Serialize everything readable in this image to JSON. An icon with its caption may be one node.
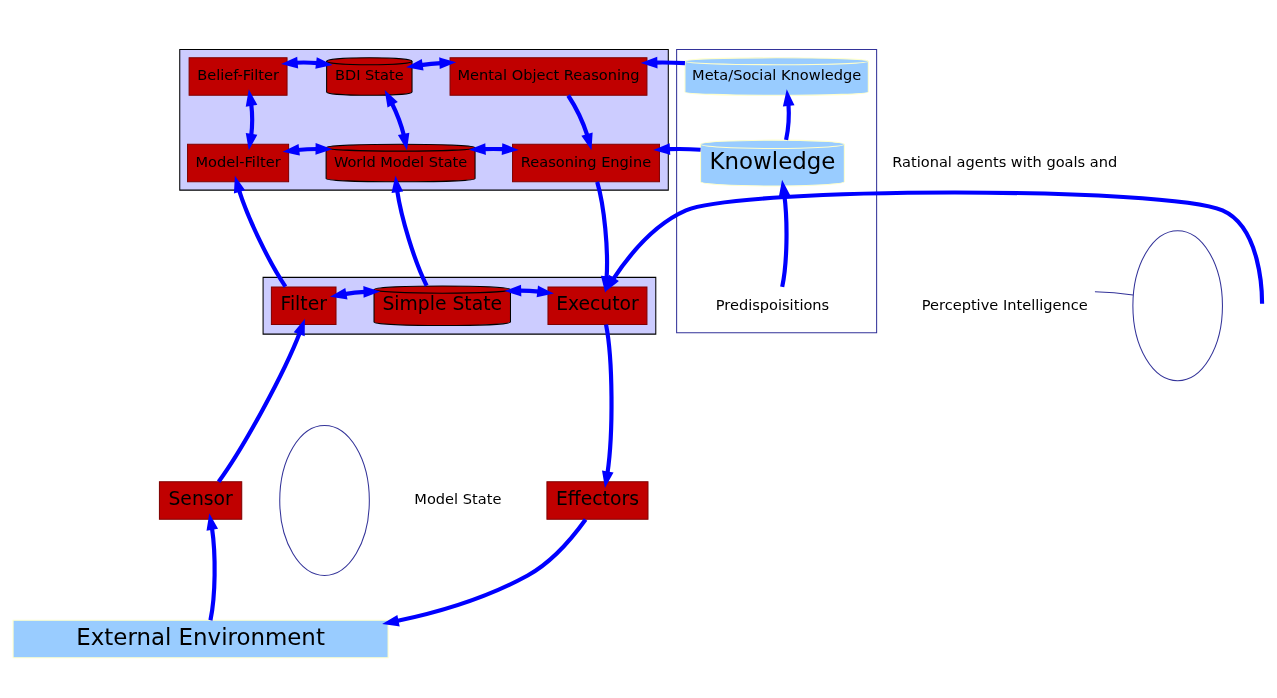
{
  "diagram": {
    "nodes": [
      {
        "text": [],
        "shape": "box"
      },
      {
        "text": [
          "Belief-Filter"
        ],
        "in": 0
      },
      {
        "text": [
          "BDI State"
        ],
        "in": 0
      },
      {
        "text": [
          "Mental Object Reasoning"
        ],
        "in": 0
      },
      {
        "text": [],
        "shape": "box"
      },
      {
        "text": [
          "Meta/Social Knowledge"
        ],
        "in": 4
      },
      {
        "text": [
          "Model-Filter"
        ],
        "in": 0
      },
      {
        "text": [
          "World Model State"
        ],
        "in": 0
      },
      {
        "text": [
          "Reasoning Engine"
        ],
        "in": 0
      },
      {
        "text": [
          "Knowledge"
        ],
        "in": 4
      },
      {
        "text": [],
        "shape": "ellipse"
      },
      {
        "text": [],
        "shape": "ellipse"
      },
      {
        "text": [],
        "shape": "box"
      },
      {
        "text": [
          "Perceptive Intelligence"
        ]
      },
      {
        "text": [
          "Filter"
        ],
        "in": 12
      },
      {
        "text": [
          "Simple State"
        ],
        "in": 12
      },
      {
        "text": [
          "Executor"
        ],
        "in": 12
      },
      {
        "text": [
          "Predispoisitions"
        ],
        "in": 4
      },
      {
        "text": [
          "Sensor"
        ]
      },
      {
        "text": [
          "Effectors"
        ]
      },
      {
        "text": [
          "External Environment"
        ]
      }
    ],
    "edges": [
      {
        "from": 1,
        "to": 2,
        "arrow": "both"
      },
      {
        "from": 2,
        "to": 3,
        "arrow": "both"
      },
      {
        "from": 5,
        "to": 3,
        "arrow": "to"
      },
      {
        "from": 1,
        "to": 6,
        "arrow": "both"
      },
      {
        "from": 2,
        "to": 7,
        "arrow": "both"
      },
      {
        "from": 6,
        "to": 7,
        "arrow": "both"
      },
      {
        "from": 7,
        "to": 8,
        "arrow": "both"
      },
      {
        "from": 3,
        "to": 8,
        "arrow": "to"
      },
      {
        "from": 9,
        "to": 8,
        "arrow": "to"
      },
      {
        "from": 9,
        "to": 5,
        "arrow": "to"
      },
      {
        "from": 13,
        "to": 10,
        "arrow": "none",
        "color": "#333399"
      },
      {
        "from": 14,
        "to": 6,
        "arrow": "to"
      },
      {
        "from": 15,
        "to": 7,
        "arrow": "to"
      },
      {
        "from": 14,
        "to": 15,
        "arrow": "both"
      },
      {
        "from": 15,
        "to": 16,
        "arrow": "both"
      },
      {
        "from": 8,
        "to": 16,
        "arrow": "to"
      },
      {
        "from": null,
        "to": 16,
        "arrow": "to"
      },
      {
        "from": 17,
        "to": 9,
        "arrow": "to"
      },
      {
        "from": 18,
        "to": 14,
        "arrow": "to"
      },
      {
        "from": 16,
        "to": 19,
        "arrow": "to"
      },
      {
        "from": 20,
        "to": 18,
        "arrow": "to"
      },
      {
        "from": 19,
        "to": 20,
        "arrow": "to"
      }
    ],
    "labels": [
      "Rational agents with goals and",
      "Model State"
    ]
  }
}
